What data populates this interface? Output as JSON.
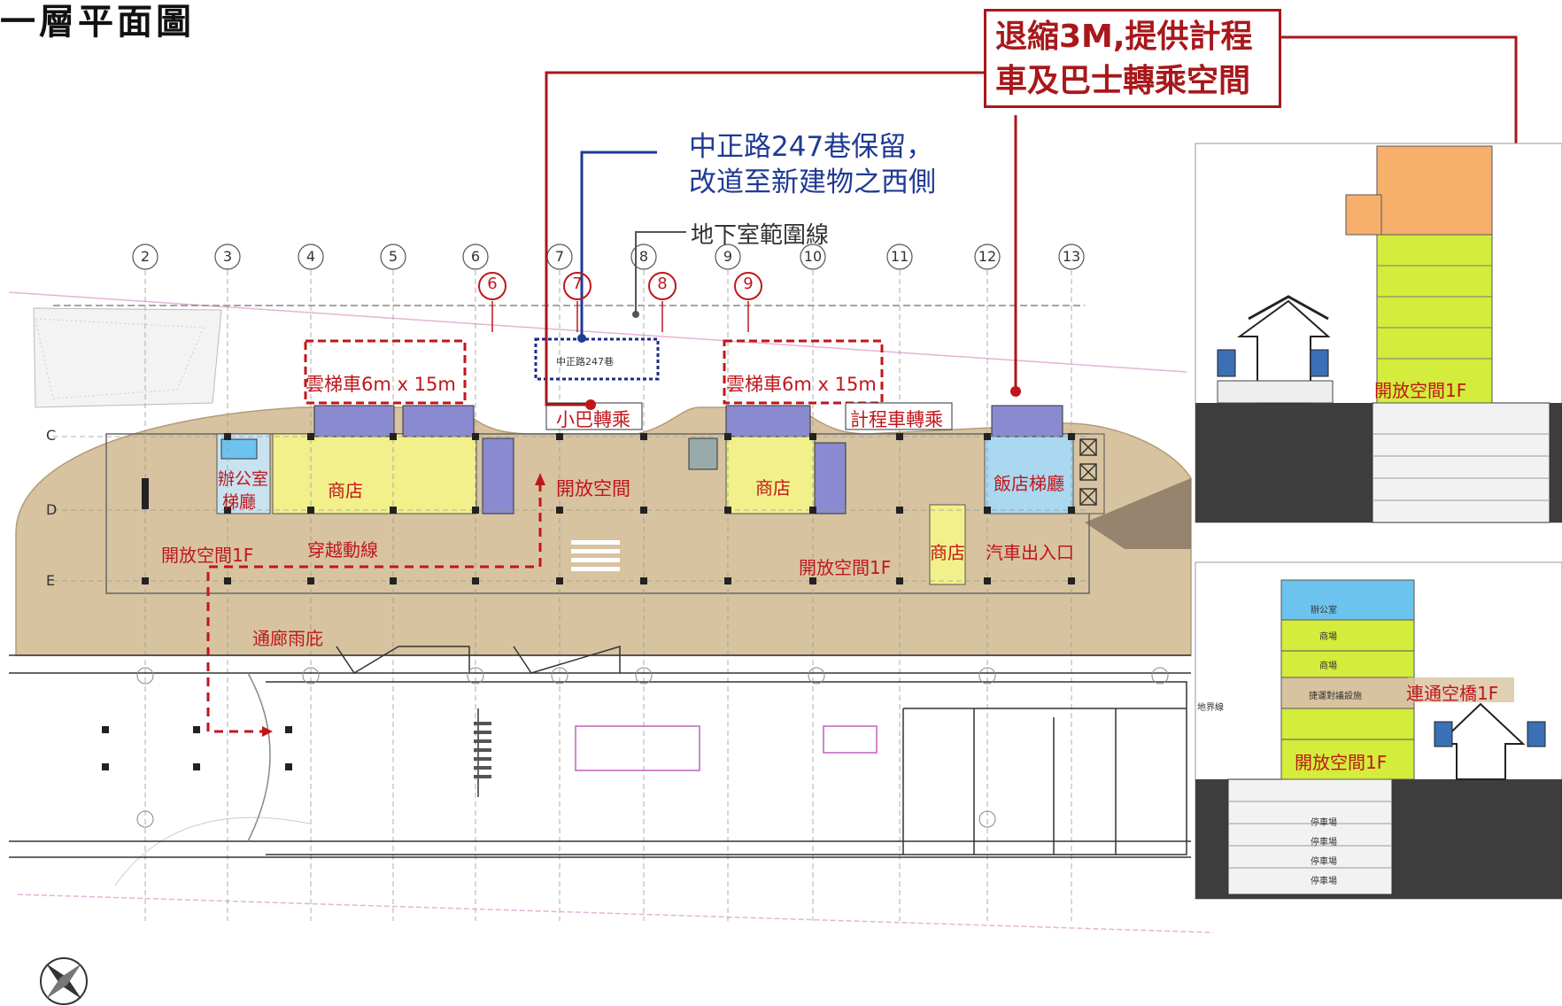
{
  "title": "一層平面圖",
  "callouts": {
    "setback": {
      "line1": "退縮3M,提供計程",
      "line2": "車及巴士轉乘空間"
    },
    "lane": {
      "line1": "中正路247巷保留，",
      "line2": "改道至新建物之西側"
    },
    "basement": "地下室範圍線"
  },
  "grid_columns": [
    "2",
    "3",
    "4",
    "5",
    "6",
    "7",
    "8",
    "9",
    "10",
    "11",
    "12",
    "13"
  ],
  "grid_rows": [
    "C",
    "D",
    "E"
  ],
  "circled_numbers": [
    "6",
    "7",
    "8",
    "9"
  ],
  "plan_labels": {
    "elevator_left": "雲梯車6m x 15m",
    "elevator_right": "雲梯車6m x 15m",
    "minibus": "小巴轉乘",
    "taxi": "計程車轉乘",
    "lane_small": "中正路247巷",
    "office_lobby_1": "辦公室",
    "office_lobby_2": "梯廳",
    "shop_left": "商店",
    "open_space_mid": "開放空間",
    "shop_mid": "商店",
    "hotel_lobby": "飯店梯廳",
    "open_space_left": "開放空間1F",
    "through_route": "穿越動線",
    "open_space_right": "開放空間1F",
    "shop_small": "商店",
    "car_entrance": "汽車出入口",
    "canopy": "通廊雨庇"
  },
  "section_top": {
    "open_space": "開放空間1F"
  },
  "section_bottom": {
    "office": "辦公室",
    "mall_1": "商場",
    "mall_2": "商場",
    "mall_3": "捷運對議設施",
    "connector": "連通空橋1F",
    "open_space": "開放空間1F",
    "parking": [
      "停車場",
      "停車場",
      "停車場",
      "停車場"
    ],
    "boundary": "地界線"
  },
  "colors": {
    "accent_red": "#c0161b",
    "callout_red": "#a8181b",
    "navy": "#1f3a93",
    "plaza": "#d8c3a0",
    "shop": "#f2f08a",
    "hotel": "#a9d8f0",
    "lime": "#d4ec3c",
    "orange": "#f6b06b",
    "sky": "#6cc4ee",
    "dark": "#3d3d3d"
  }
}
